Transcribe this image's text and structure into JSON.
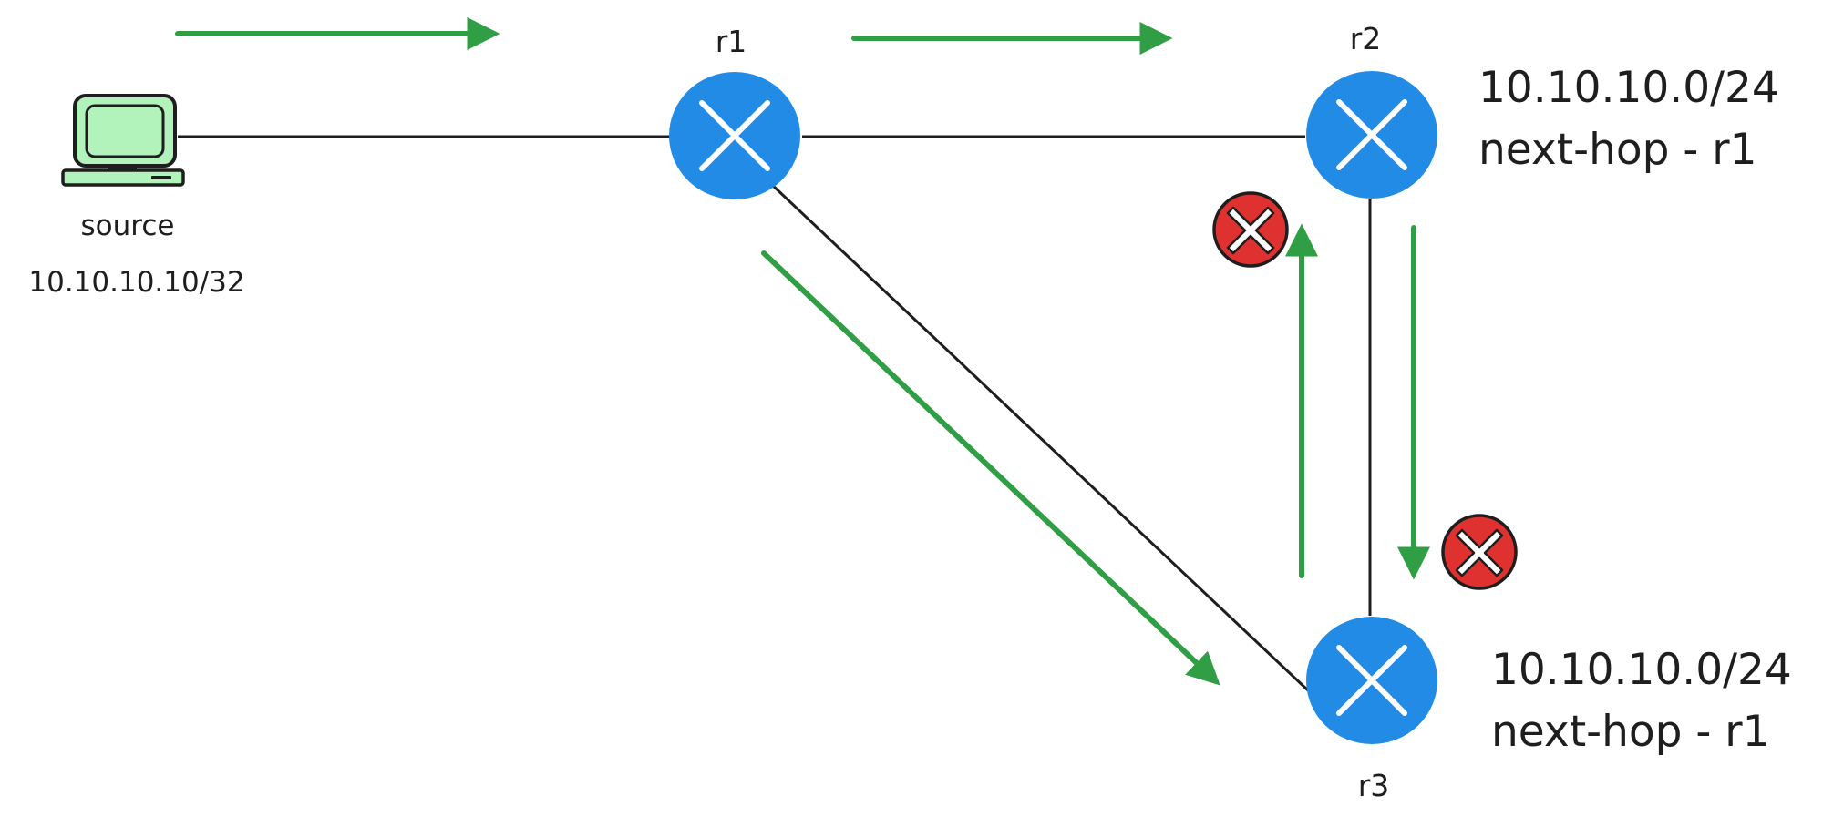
{
  "colors": {
    "link": "#1e1e1e",
    "flow_arrow": "#2f9e44",
    "router_fill": "#228be6",
    "router_mark": "#ffffff",
    "host_fill": "#b2f2bb",
    "host_outline": "#1e1e1e",
    "blocked_fill": "#e03131",
    "blocked_mark": "#ffffff"
  },
  "nodes": {
    "source": {
      "label": "source",
      "address": "10.10.10.10/32",
      "icon": "computer-icon"
    },
    "r1": {
      "label": "r1",
      "icon": "router-icon"
    },
    "r2": {
      "label": "r2",
      "icon": "router-icon",
      "route_prefix": "10.10.10.0/24",
      "route_next_hop": "next-hop - r1"
    },
    "r3": {
      "label": "r3",
      "icon": "router-icon",
      "route_prefix": "10.10.10.0/24",
      "route_next_hop": "next-hop - r1"
    }
  },
  "links": [
    {
      "from": "source",
      "to": "r1"
    },
    {
      "from": "r1",
      "to": "r2"
    },
    {
      "from": "r1",
      "to": "r3"
    },
    {
      "from": "r2",
      "to": "r3"
    }
  ],
  "flows": [
    {
      "from": "source",
      "to": "r1",
      "blocked": false
    },
    {
      "from": "r1",
      "to": "r2",
      "blocked": false
    },
    {
      "from": "r1",
      "to": "r3",
      "blocked": false
    },
    {
      "from": "r2",
      "to": "r3",
      "blocked": true,
      "marker": "blocked-icon"
    },
    {
      "from": "r3",
      "to": "r2",
      "blocked": true,
      "marker": "blocked-icon"
    }
  ]
}
